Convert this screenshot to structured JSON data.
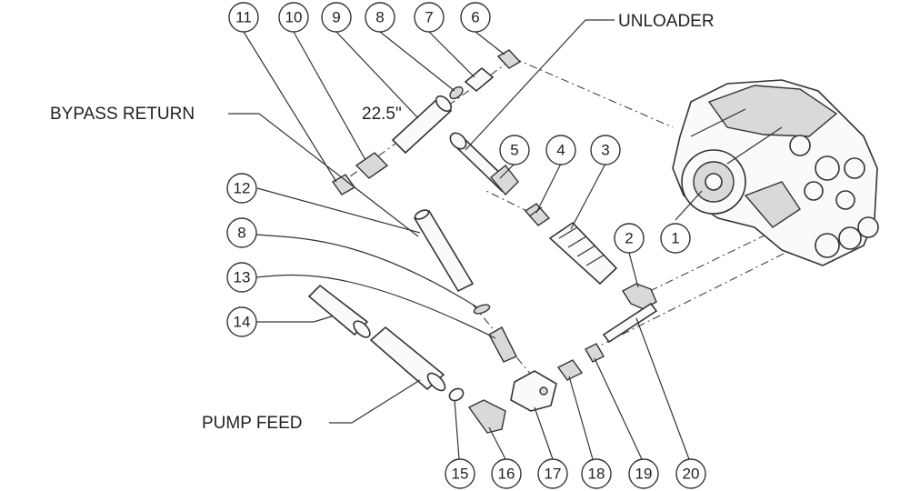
{
  "labels": {
    "unloader": "UNLOADER",
    "bypass_return": "BYPASS RETURN",
    "pump_feed": "PUMP FEED",
    "hose_length": "22.5\""
  },
  "callouts": [
    "1",
    "2",
    "3",
    "4",
    "5",
    "6",
    "7",
    "8",
    "9",
    "10",
    "11",
    "12",
    "8",
    "13",
    "14",
    "15",
    "16",
    "17",
    "18",
    "19",
    "20"
  ]
}
